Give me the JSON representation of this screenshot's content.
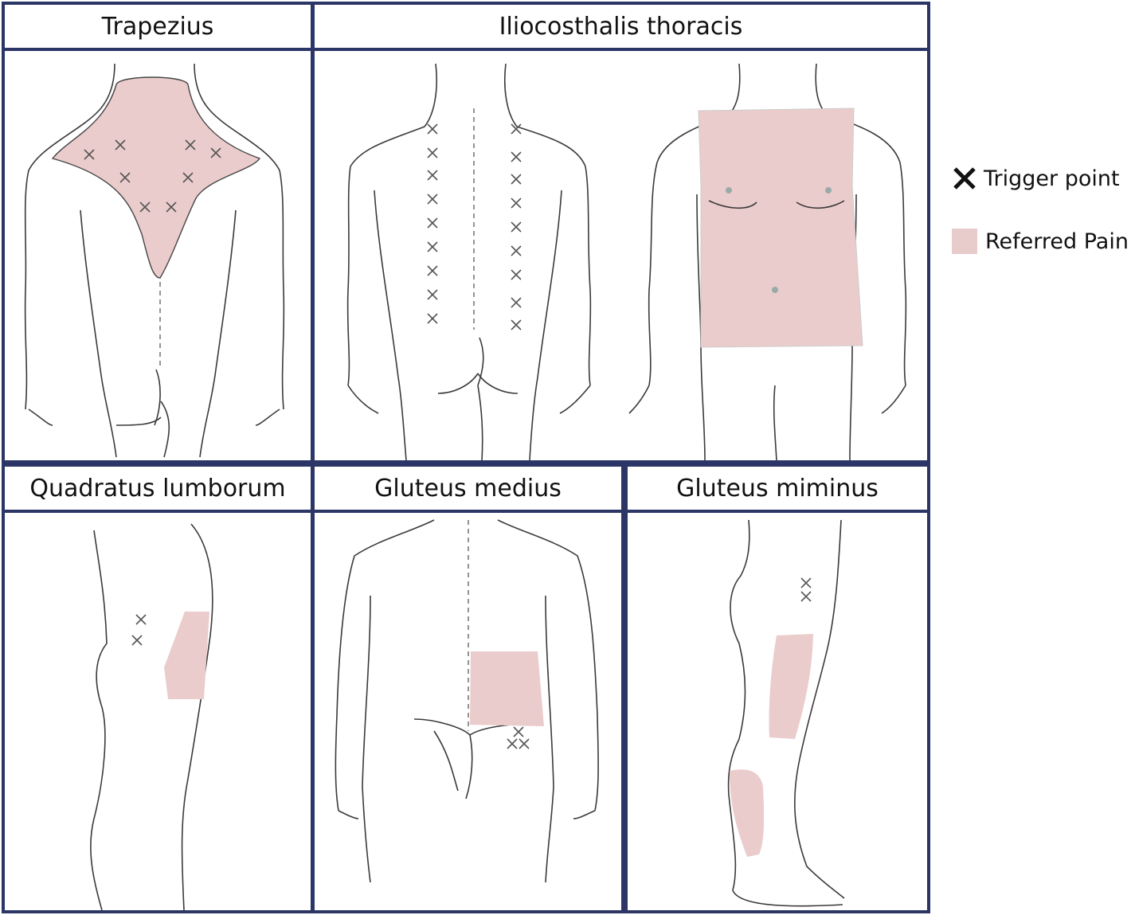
{
  "panels": [
    {
      "title": "Trapezius"
    },
    {
      "title": "Iliocosthalis thoracis"
    },
    {
      "title": "Quadratus lumborum"
    },
    {
      "title": "Gluteus medius"
    },
    {
      "title": "Gluteus miminus"
    }
  ],
  "legend": {
    "trigger_label": "Trigger point",
    "pain_label": "Referred Pain",
    "trigger_icon": "x-mark-icon",
    "pain_color": "#e8cccc"
  },
  "colors": {
    "border": "#2b3566",
    "pain_fill": "#ebcccc",
    "outline": "#3a3a3a",
    "marker": "#555555"
  }
}
